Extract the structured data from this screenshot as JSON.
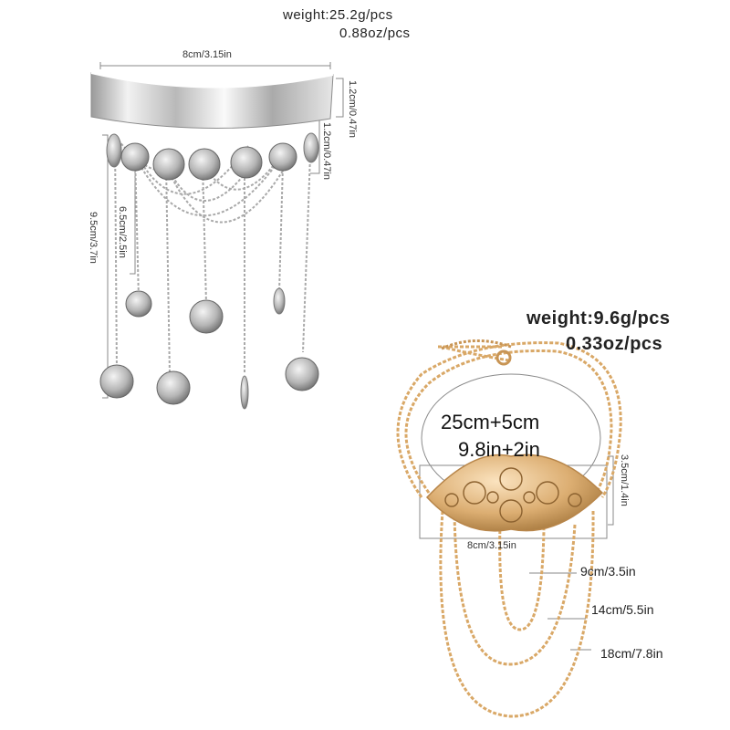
{
  "silver_bracelet": {
    "weight_line1": "weight:25.2g/pcs",
    "weight_line2": "0.88oz/pcs",
    "width_label": "8cm/3.15in",
    "band_height_label": "1.2cm/0.47in",
    "coin_drop_label": "1.2cm/0.47in",
    "total_length_label": "9.5cm/3.7in",
    "inner_length_label": "6.5cm/2.5in"
  },
  "gold_bracelet": {
    "weight_line1": "weight:9.6g/pcs",
    "weight_line2": "0.33oz/pcs",
    "circumference_line1": "25cm+5cm",
    "circumference_line2": "9.8in+2in",
    "filigree_width_label": "8cm/3.15in",
    "filigree_height_label": "3.5cm/1.4in",
    "chain1_label": "9cm/3.5in",
    "chain2_label": "14cm/5.5in",
    "chain3_label": "18cm/7.8in"
  },
  "colors": {
    "silver": "#c9c9c9",
    "gold": "#d9a867",
    "line": "#8a8a8a"
  }
}
